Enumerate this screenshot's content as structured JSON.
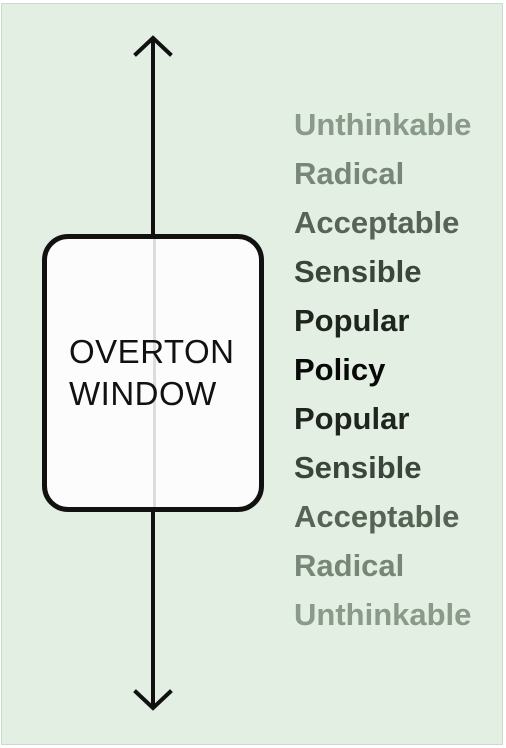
{
  "window": {
    "line1": "OVERTON",
    "line2": "WINDOW"
  },
  "scale": [
    {
      "label": "Unthinkable",
      "color": "#8a9a8a"
    },
    {
      "label": "Radical",
      "color": "#778777"
    },
    {
      "label": "Acceptable",
      "color": "#566456"
    },
    {
      "label": "Sensible",
      "color": "#3c453c"
    },
    {
      "label": "Popular",
      "color": "#1f241f"
    },
    {
      "label": "Policy",
      "color": "#080808"
    },
    {
      "label": "Popular",
      "color": "#1f241f"
    },
    {
      "label": "Sensible",
      "color": "#3c453c"
    },
    {
      "label": "Acceptable",
      "color": "#566456"
    },
    {
      "label": "Radical",
      "color": "#778777"
    },
    {
      "label": "Unthinkable",
      "color": "#8a9a8a"
    }
  ],
  "colors": {
    "background": "#e2efe2",
    "stroke": "#111111",
    "box_fill": "#fbfcfb"
  }
}
